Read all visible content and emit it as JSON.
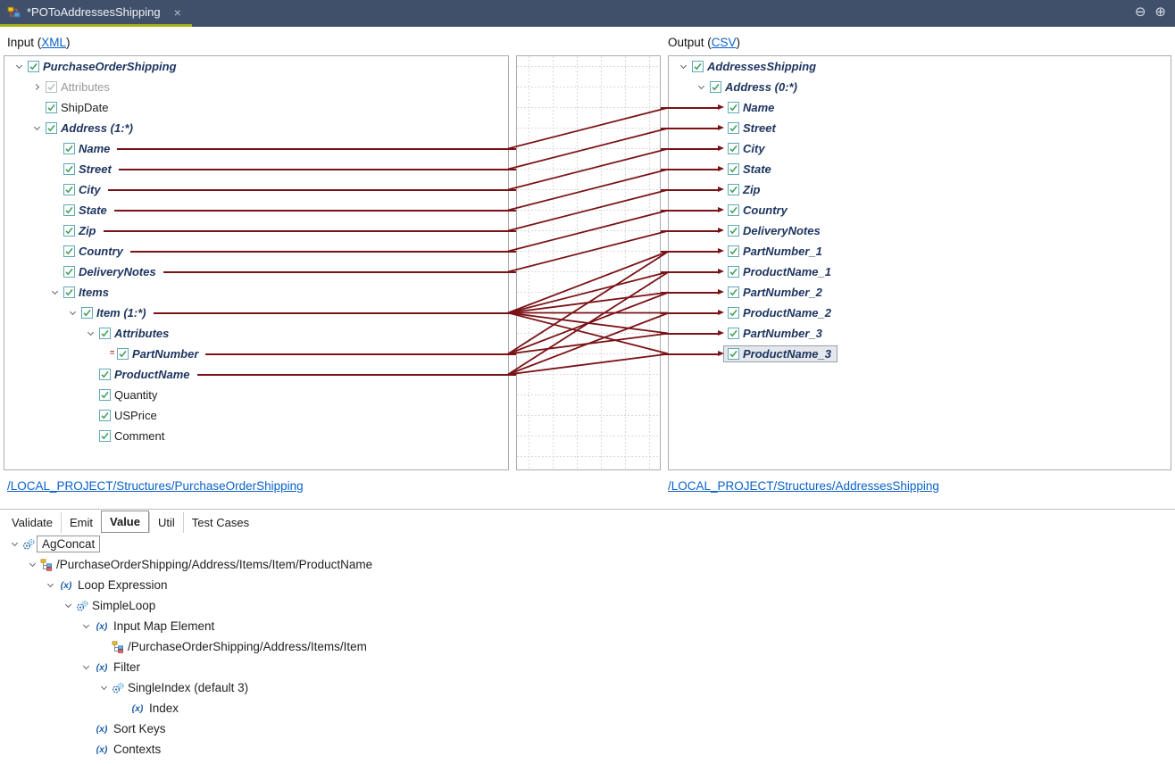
{
  "window": {
    "tab_title": "*POToAddressesShipping",
    "close_glyph": "×",
    "controls": [
      {
        "name": "collapse-diagram",
        "glyph": "⊖"
      },
      {
        "name": "expand-diagram",
        "glyph": "⊕"
      }
    ]
  },
  "header": {
    "input_prefix": "Input (",
    "input_link": "XML",
    "input_suffix": ")",
    "output_prefix": "Output (",
    "output_link": "CSV",
    "output_suffix": ")"
  },
  "footer_links": {
    "input_path": "/LOCAL_PROJECT/Structures/PurchaseOrderShipping",
    "output_path": "/LOCAL_PROJECT/Structures/AddressesShipping"
  },
  "tabs": [
    {
      "label": "Validate",
      "active": false
    },
    {
      "label": "Emit",
      "active": false
    },
    {
      "label": "Value",
      "active": true
    },
    {
      "label": "Util",
      "active": false
    },
    {
      "label": "Test Cases",
      "active": false
    }
  ],
  "colors": {
    "titlebar": "#41506a",
    "tab_underline": "#a6b119",
    "mapping_line": "#7a1216",
    "mapped_text": "#1e3560",
    "link": "#0b61c9"
  },
  "icon_glyphs": {
    "fx": "(x)"
  },
  "input_tree": [
    {
      "id": "purchase-order-shipping",
      "label": "PurchaseOrderShipping",
      "level": 0,
      "chevron": "open",
      "icon": "element",
      "style": "mapped",
      "line": false
    },
    {
      "id": "attributes",
      "label": "Attributes",
      "level": 1,
      "chevron": "closed",
      "icon": "element-muted",
      "style": "muted",
      "line": false
    },
    {
      "id": "ship-date",
      "label": "ShipDate",
      "level": 1,
      "chevron": null,
      "icon": "element",
      "style": "plain",
      "line": false
    },
    {
      "id": "address",
      "label": "Address (1:*)",
      "level": 1,
      "chevron": "open",
      "icon": "element",
      "style": "mapped",
      "line": false
    },
    {
      "id": "name",
      "label": "Name",
      "level": 2,
      "chevron": null,
      "icon": "element",
      "style": "mapped",
      "line": true
    },
    {
      "id": "street",
      "label": "Street",
      "level": 2,
      "chevron": null,
      "icon": "element",
      "style": "mapped",
      "line": true
    },
    {
      "id": "city",
      "label": "City",
      "level": 2,
      "chevron": null,
      "icon": "element",
      "style": "mapped",
      "line": true
    },
    {
      "id": "state",
      "label": "State",
      "level": 2,
      "chevron": null,
      "icon": "element",
      "style": "mapped",
      "line": true
    },
    {
      "id": "zip",
      "label": "Zip",
      "level": 2,
      "chevron": null,
      "icon": "element",
      "style": "mapped",
      "line": true
    },
    {
      "id": "country",
      "label": "Country",
      "level": 2,
      "chevron": null,
      "icon": "element",
      "style": "mapped",
      "line": true
    },
    {
      "id": "delivery-notes",
      "label": "DeliveryNotes",
      "level": 2,
      "chevron": null,
      "icon": "element",
      "style": "mapped",
      "line": true
    },
    {
      "id": "items",
      "label": "Items",
      "level": 2,
      "chevron": "open",
      "icon": "element",
      "style": "mapped",
      "line": false
    },
    {
      "id": "item",
      "label": "Item (1:*)",
      "level": 3,
      "chevron": "open",
      "icon": "element",
      "style": "mapped",
      "line": true
    },
    {
      "id": "item-attributes",
      "label": "Attributes",
      "level": 4,
      "chevron": "open",
      "icon": "element",
      "style": "mapped",
      "line": false
    },
    {
      "id": "part-number",
      "label": "PartNumber",
      "level": 5,
      "chevron": null,
      "icon": "attribute",
      "style": "mapped",
      "line": true
    },
    {
      "id": "product-name",
      "label": "ProductName",
      "level": 4,
      "chevron": null,
      "icon": "element",
      "style": "mapped",
      "line": true
    },
    {
      "id": "quantity",
      "label": "Quantity",
      "level": 4,
      "chevron": null,
      "icon": "element",
      "style": "plain",
      "line": false
    },
    {
      "id": "us-price",
      "label": "USPrice",
      "level": 4,
      "chevron": null,
      "icon": "element",
      "style": "plain",
      "line": false
    },
    {
      "id": "comment",
      "label": "Comment",
      "level": 4,
      "chevron": null,
      "icon": "element",
      "style": "plain",
      "line": false
    }
  ],
  "output_tree": [
    {
      "id": "addresses-shipping",
      "label": "AddressesShipping",
      "level": 0,
      "chevron": "open",
      "icon": "element",
      "style": "mapped",
      "arrow": false
    },
    {
      "id": "address",
      "label": "Address (0:*)",
      "level": 1,
      "chevron": "open",
      "icon": "element",
      "style": "mapped",
      "arrow": false
    },
    {
      "id": "name",
      "label": "Name",
      "level": 2,
      "chevron": null,
      "icon": "element",
      "style": "mapped",
      "arrow": true
    },
    {
      "id": "street",
      "label": "Street",
      "level": 2,
      "chevron": null,
      "icon": "element",
      "style": "mapped",
      "arrow": true
    },
    {
      "id": "city",
      "label": "City",
      "level": 2,
      "chevron": null,
      "icon": "element",
      "style": "mapped",
      "arrow": true
    },
    {
      "id": "state",
      "label": "State",
      "level": 2,
      "chevron": null,
      "icon": "element",
      "style": "mapped",
      "arrow": true
    },
    {
      "id": "zip",
      "label": "Zip",
      "level": 2,
      "chevron": null,
      "icon": "element",
      "style": "mapped",
      "arrow": true
    },
    {
      "id": "country",
      "label": "Country",
      "level": 2,
      "chevron": null,
      "icon": "element",
      "style": "mapped",
      "arrow": true
    },
    {
      "id": "delivery-notes",
      "label": "DeliveryNotes",
      "level": 2,
      "chevron": null,
      "icon": "element",
      "style": "mapped",
      "arrow": true
    },
    {
      "id": "part-number-1",
      "label": "PartNumber_1",
      "level": 2,
      "chevron": null,
      "icon": "element",
      "style": "mapped",
      "arrow": true
    },
    {
      "id": "product-name-1",
      "label": "ProductName_1",
      "level": 2,
      "chevron": null,
      "icon": "element",
      "style": "mapped",
      "arrow": true
    },
    {
      "id": "part-number-2",
      "label": "PartNumber_2",
      "level": 2,
      "chevron": null,
      "icon": "element",
      "style": "mapped",
      "arrow": true
    },
    {
      "id": "product-name-2",
      "label": "ProductName_2",
      "level": 2,
      "chevron": null,
      "icon": "element",
      "style": "mapped",
      "arrow": true
    },
    {
      "id": "part-number-3",
      "label": "PartNumber_3",
      "level": 2,
      "chevron": null,
      "icon": "element",
      "style": "mapped",
      "arrow": true
    },
    {
      "id": "product-name-3",
      "label": "ProductName_3",
      "level": 2,
      "chevron": null,
      "icon": "element",
      "style": "mapped",
      "arrow": true,
      "selected": true
    }
  ],
  "connections": [
    {
      "from": "name",
      "to": "name"
    },
    {
      "from": "street",
      "to": "street"
    },
    {
      "from": "city",
      "to": "city"
    },
    {
      "from": "state",
      "to": "state"
    },
    {
      "from": "zip",
      "to": "zip"
    },
    {
      "from": "country",
      "to": "country"
    },
    {
      "from": "delivery-notes",
      "to": "delivery-notes"
    },
    {
      "from": "item",
      "to": "part-number-1"
    },
    {
      "from": "item",
      "to": "product-name-1"
    },
    {
      "from": "item",
      "to": "part-number-2"
    },
    {
      "from": "item",
      "to": "product-name-2"
    },
    {
      "from": "item",
      "to": "part-number-3"
    },
    {
      "from": "item",
      "to": "product-name-3"
    },
    {
      "from": "part-number",
      "to": "part-number-1"
    },
    {
      "from": "part-number",
      "to": "part-number-2"
    },
    {
      "from": "part-number",
      "to": "part-number-3"
    },
    {
      "from": "product-name",
      "to": "product-name-1"
    },
    {
      "from": "product-name",
      "to": "product-name-2"
    },
    {
      "from": "product-name",
      "to": "product-name-3"
    }
  ],
  "value_tree": [
    {
      "id": "agconcat",
      "label": "AgConcat",
      "level": 0,
      "chevron": "open",
      "icon": "gears",
      "focused": true
    },
    {
      "id": "target-element",
      "label": "/PurchaseOrderShipping/Address/Items/Item/ProductName",
      "level": 1,
      "chevron": "open",
      "icon": "maptree"
    },
    {
      "id": "loop-expression",
      "label": "Loop Expression",
      "level": 2,
      "chevron": "open",
      "icon": "fx"
    },
    {
      "id": "simple-loop",
      "label": "SimpleLoop",
      "level": 3,
      "chevron": "open",
      "icon": "gears"
    },
    {
      "id": "input-map-element",
      "label": "Input Map Element",
      "level": 4,
      "chevron": "open",
      "icon": "fx"
    },
    {
      "id": "input-map-path",
      "label": "/PurchaseOrderShipping/Address/Items/Item",
      "level": 5,
      "chevron": null,
      "icon": "maptree"
    },
    {
      "id": "filter",
      "label": "Filter",
      "level": 4,
      "chevron": "open",
      "icon": "fx"
    },
    {
      "id": "single-index",
      "label": "SingleIndex (default 3)",
      "level": 5,
      "chevron": "open",
      "icon": "gears"
    },
    {
      "id": "index",
      "label": "Index",
      "level": 6,
      "chevron": null,
      "icon": "fx"
    },
    {
      "id": "sort-keys",
      "label": "Sort Keys",
      "level": 4,
      "chevron": null,
      "icon": "fx"
    },
    {
      "id": "contexts",
      "label": "Contexts",
      "level": 4,
      "chevron": null,
      "icon": "fx"
    }
  ]
}
